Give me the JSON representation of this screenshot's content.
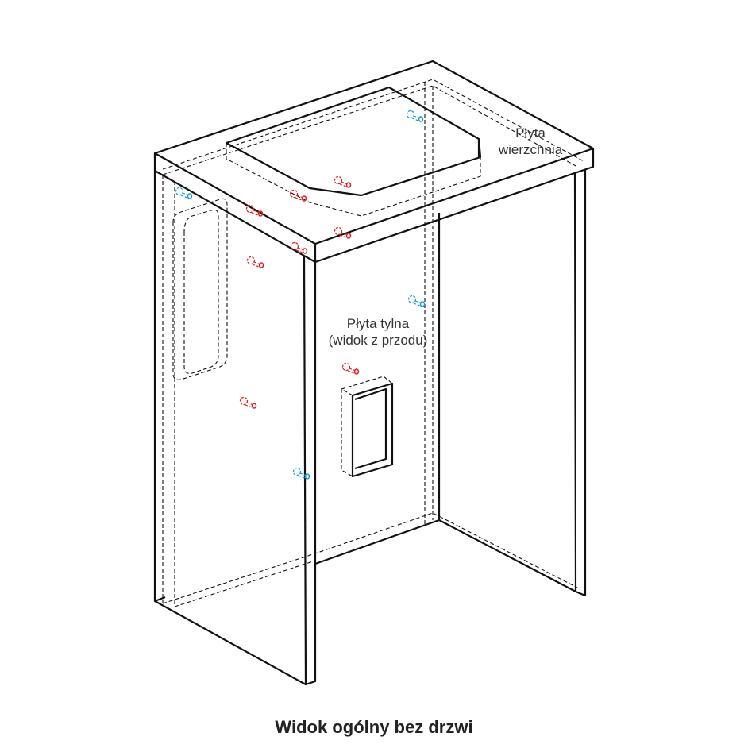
{
  "labels": {
    "top_panel": [
      "Płyta",
      "wierzchnia"
    ],
    "back_panel": [
      "Płyta tylna",
      "(widok z przodu)"
    ]
  },
  "title": "Widok ogólny bez drzwi",
  "colors": {
    "line": "#111111",
    "screw_red": "#e02020",
    "screw_blue": "#1a9ad6"
  },
  "icons": {
    "screw_red": "screw-red-icon",
    "screw_blue": "screw-blue-icon"
  }
}
